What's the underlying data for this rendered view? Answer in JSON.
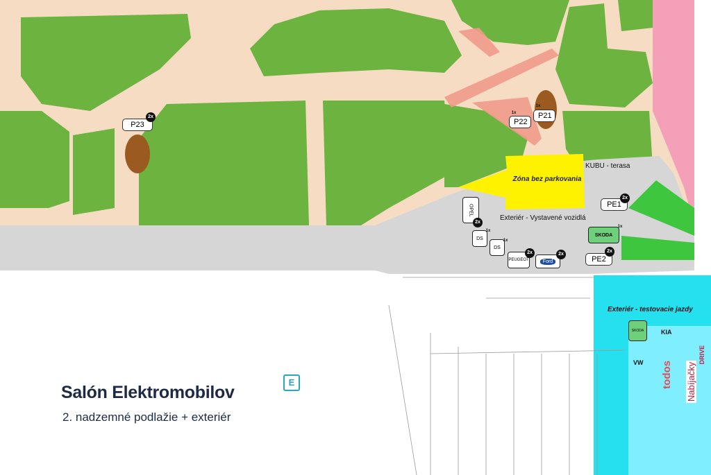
{
  "title": "Salón Elektromobilov",
  "subtitle": "2. nadzemné podlažie + exteriér",
  "badge_letter": "E",
  "zones": {
    "no_parking": "Zóna bez parkovania",
    "kubu_terrace": "KUBU - terasa",
    "exhibition": "Exteriér - Vystavené vozidlá",
    "test_drives": "Exteriér - testovacie jazdy"
  },
  "parking_tags": [
    {
      "id": "p23",
      "label": "P23",
      "count": "2x"
    },
    {
      "id": "p22",
      "label": "P22",
      "count": "1x"
    },
    {
      "id": "p21",
      "label": "P21",
      "count": "1x"
    },
    {
      "id": "pe1",
      "label": "PE1",
      "count": "2x"
    },
    {
      "id": "pe2",
      "label": "PE2",
      "count": "2x"
    }
  ],
  "brands": [
    {
      "id": "opel",
      "label": "OPEL",
      "count": "2x"
    },
    {
      "id": "ds-1",
      "label": "DS",
      "count": "1x"
    },
    {
      "id": "ds-2",
      "label": "DS",
      "count": "1x"
    },
    {
      "id": "peugeot",
      "label": "PEUGEOT",
      "count": "2x"
    },
    {
      "id": "ford",
      "label": "Ford",
      "count": "2x"
    },
    {
      "id": "skoda",
      "label": "SKODA",
      "count": "1x"
    }
  ],
  "test_drive_brands": [
    "SKODA",
    "KIA",
    "VW",
    "todos",
    "Nabíjačky",
    "DRIVE"
  ],
  "colors": {
    "green": "#6cb33f",
    "light_green": "#3ec63e",
    "beige": "#f7dcc4",
    "grey": "#d6d6d6",
    "yellow": "#fff200",
    "cyan": "#25e0ef",
    "pink": "#f4a0b8",
    "salmon": "#f09a8a",
    "brown": "#9b5a1f"
  }
}
